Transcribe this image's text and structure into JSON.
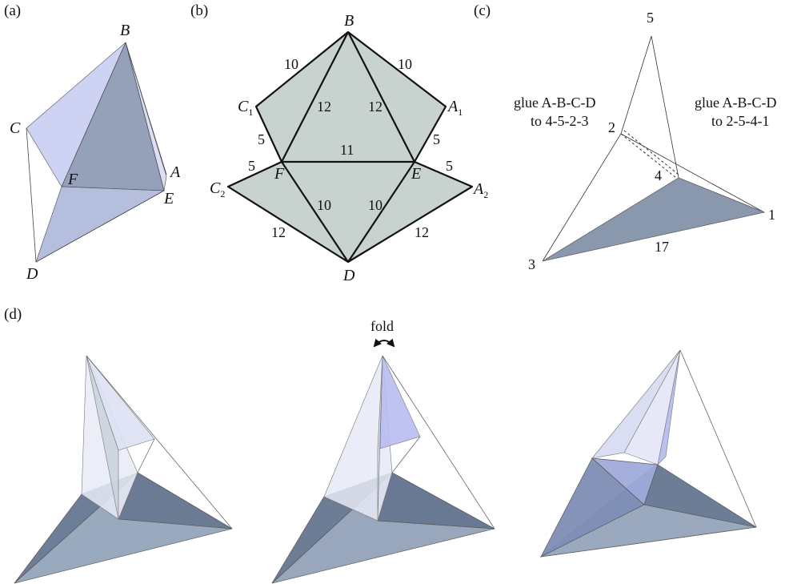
{
  "panels": {
    "a": "(a)",
    "b": "(b)",
    "c": "(c)",
    "d": "(d)"
  },
  "panel_a": {
    "vertices": {
      "B": "B",
      "C": "C",
      "F": "F",
      "A": "A",
      "E": "E",
      "D": "D"
    }
  },
  "panel_b": {
    "vertices": {
      "B": "B",
      "C1": "C",
      "C1_sub": "1",
      "A1": "A",
      "A1_sub": "1",
      "C2": "C",
      "C2_sub": "2",
      "A2": "A",
      "A2_sub": "2",
      "F": "F",
      "E": "E",
      "D": "D"
    },
    "edge_lengths": {
      "BC1": "10",
      "BA1": "10",
      "BF": "12",
      "BE": "12",
      "C1F": "5",
      "A1E": "5",
      "FE": "11",
      "C2F": "5",
      "EA2": "5",
      "FD": "10",
      "ED": "10",
      "C2D": "12",
      "A2D": "12"
    }
  },
  "panel_c": {
    "glue_left": [
      "glue A-B-C-D",
      "to 4-5-2-3"
    ],
    "glue_right": [
      "glue A-B-C-D",
      "to 2-5-4-1"
    ],
    "points": {
      "p5": "5",
      "p2": "2",
      "p4": "4",
      "p1": "1",
      "p3": "3"
    },
    "edge_label": "17"
  },
  "panel_d": {
    "fold_label": "fold"
  },
  "colors": {
    "light_face": "#c5c9ef",
    "dark_face": "#8796ad",
    "net_fill": "#c9d3cf",
    "stroke": "#111111"
  }
}
